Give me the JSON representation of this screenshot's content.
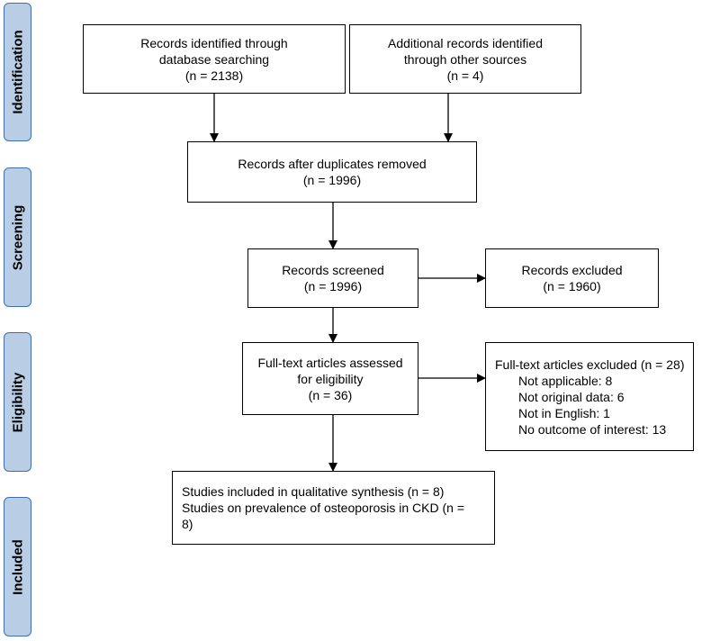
{
  "phases": [
    {
      "label": "Identification"
    },
    {
      "label": "Screening"
    },
    {
      "label": "Eligibility"
    },
    {
      "label": "Included"
    }
  ],
  "boxes": {
    "identified_db": {
      "lines": [
        "Records identified through",
        "database searching",
        "(n = 2138)"
      ]
    },
    "identified_other": {
      "lines": [
        "Additional records identified",
        "through other sources",
        "(n = 4)"
      ]
    },
    "duplicates_removed": {
      "lines": [
        "Records after duplicates removed",
        "(n = 1996)"
      ]
    },
    "screened": {
      "lines": [
        "Records screened",
        "(n = 1996)"
      ]
    },
    "excluded": {
      "lines": [
        "Records excluded",
        "(n = 1960)"
      ]
    },
    "fulltext_assessed": {
      "lines": [
        "Full-text articles assessed",
        "for eligibility",
        "(n = 36)"
      ]
    },
    "fulltext_excluded": {
      "title": "Full-text articles excluded (n = 28)",
      "reasons": [
        "Not applicable: 8",
        "Not original data: 6",
        "Not in English: 1",
        "No outcome of interest: 13"
      ]
    },
    "included": {
      "lines": [
        "Studies included in qualitative synthesis (n = 8)",
        "Studies on prevalence of osteoporosis in CKD (n =",
        "8)"
      ]
    }
  }
}
